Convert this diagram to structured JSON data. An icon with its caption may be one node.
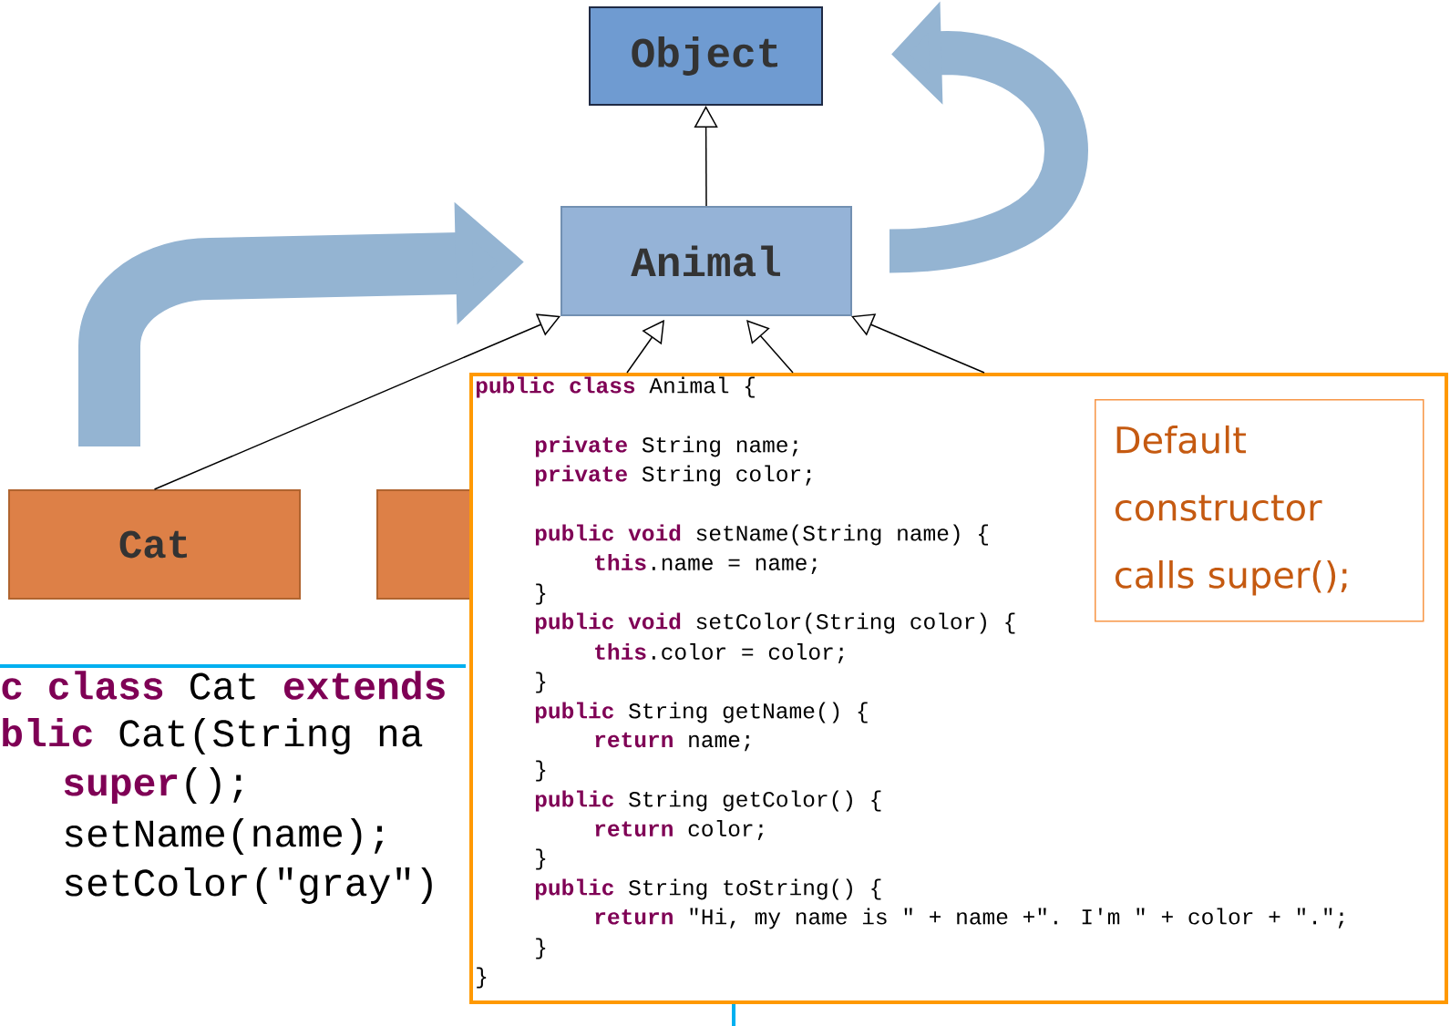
{
  "diagram": {
    "nodes": [
      {
        "text": [
          "Object"
        ]
      },
      {
        "text": [
          "Animal"
        ]
      },
      {
        "text": [
          "Cat"
        ]
      },
      {
        "text": [],
        "shape": "box"
      },
      {
        "text": [
          "**c class** Cat **extends**",
          "**blic** Cat(String na",
          "**super**();",
          "setName(name);",
          "setColor(\"gray\")"
        ]
      },
      {
        "text": [
          "**public class** Animal {",
          "**private** String name;",
          "**private** String color;",
          "**public void** setName(String name) {",
          "**this**.name = name;",
          "}",
          "**public void** setColor(String color) {",
          "**this**.color = color;",
          "}",
          "**public** String getName() {",
          "**return** name;",
          "}",
          "**public** String getColor() {",
          "**return** color;",
          "}",
          "**public** String toString() {",
          "**return** \"Hi, my name is \" + name +\". I'm \" + color + \".\";",
          "}",
          "}"
        ]
      },
      {
        "text": [
          "Default constructor calls super();"
        ],
        "in": 5
      }
    ],
    "edges": [
      {
        "from": 1,
        "to": 0,
        "arrow": "to"
      },
      {
        "from": 2,
        "to": 1,
        "arrow": "to"
      },
      {
        "from": 5,
        "to": 1,
        "arrow": "to"
      },
      {
        "from": 5,
        "to": 1,
        "arrow": "to"
      },
      {
        "from": 5,
        "to": 1,
        "arrow": "to"
      },
      {
        "from": null,
        "to": 1,
        "arrow": "to",
        "style": "thick",
        "color": "#94b4d2"
      },
      {
        "from": 1,
        "to": 0,
        "arrow": "to",
        "style": "thick",
        "color": "#94b4d2"
      }
    ]
  }
}
